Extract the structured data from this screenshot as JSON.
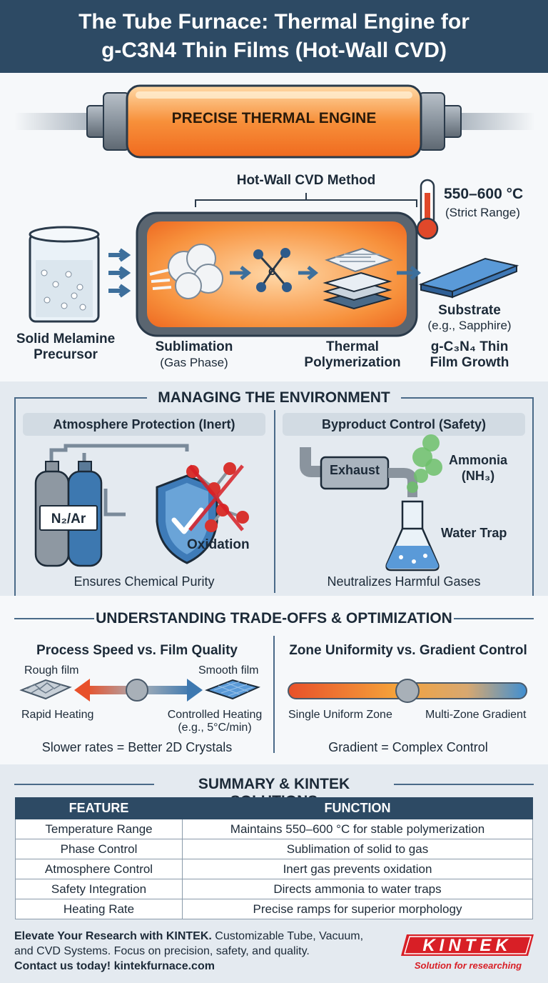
{
  "header": {
    "title_line1": "The Tube Furnace: Thermal Engine for",
    "title_line2": "g-C3N4 Thin Films (Hot-Wall CVD)"
  },
  "top": {
    "tube_label": "PRECISE THERMAL ENGINE",
    "method_label": "Hot-Wall CVD Method",
    "temp_value": "550–600 °C",
    "temp_note": "(Strict Range)",
    "carbon_symbol": "C",
    "precursor_line1": "Solid Melamine",
    "precursor_line2": "Precursor",
    "sublimation_title": "Sublimation",
    "sublimation_sub": "(Gas Phase)",
    "thermal_line1": "Thermal",
    "thermal_line2": "Polymerization",
    "substrate_title": "Substrate",
    "substrate_sub": "(e.g., Sapphire)",
    "film_line1": "g-C₃N₄ Thin",
    "film_line2": "Film Growth"
  },
  "environment": {
    "title": "MANAGING THE ENVIRONMENT",
    "left_head": "Atmosphere Protection (Inert)",
    "gas_label": "N₂/Ar",
    "oxidation_label": "Oxidation",
    "left_caption": "Ensures Chemical Purity",
    "right_head": "Byproduct Control (Safety)",
    "exhaust_label": "Exhaust",
    "ammonia_line1": "Ammonia",
    "ammonia_line2": "(NH₃)",
    "trap_label": "Water Trap",
    "right_caption": "Neutralizes Harmful Gases"
  },
  "tradeoffs": {
    "title": "UNDERSTANDING TRADE-OFFS & OPTIMIZATION",
    "left_head": "Process Speed vs. Film Quality",
    "rough": "Rough film",
    "smooth": "Smooth film",
    "rapid": "Rapid Heating",
    "controlled_line1": "Controlled Heating",
    "controlled_line2": "(e.g., 5°C/min)",
    "left_caption": "Slower rates = Better 2D Crystals",
    "right_head": "Zone Uniformity vs. Gradient Control",
    "single": "Single Uniform Zone",
    "multi": "Multi-Zone Gradient",
    "right_caption": "Gradient = Complex Control"
  },
  "summary": {
    "title": "SUMMARY & KINTEK SOLUTIONS",
    "columns": [
      "FEATURE",
      "FUNCTION"
    ],
    "rows": [
      [
        "Temperature Range",
        "Maintains 550–600 °C for stable polymerization"
      ],
      [
        "Phase Control",
        "Sublimation of solid to gas"
      ],
      [
        "Atmosphere Control",
        "Inert gas prevents oxidation"
      ],
      [
        "Safety Integration",
        "Directs ammonia to water traps"
      ],
      [
        "Heating Rate",
        "Precise ramps for superior morphology"
      ]
    ]
  },
  "footer": {
    "cta_bold": "Elevate Your Research with KINTEK.",
    "cta_rest": " Customizable Tube, Vacuum,",
    "line2": "and CVD Systems. Focus on precision, safety, and quality.",
    "line3": "Contact us today! kintekfurnace.com",
    "logo_text": "KINTEK",
    "tagline": "Solution for researching"
  },
  "colors": {
    "header_bg": "#2d4a64",
    "accent_red": "#d81f26",
    "furnace_orange": "#f28a2e",
    "gradient_blue": "#3f8fd2"
  }
}
